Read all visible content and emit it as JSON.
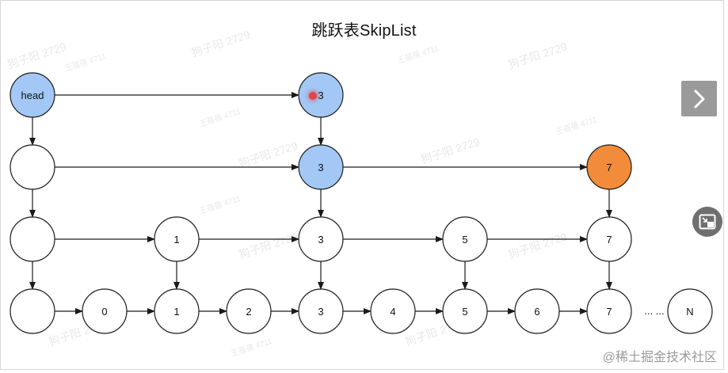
{
  "title": "跳跃表SkipList",
  "colors": {
    "default_fill": "#ffffff",
    "blue_fill": "#a3c8f5",
    "orange_fill": "#f28c3b",
    "stroke": "#1a1a1a"
  },
  "watermarks": [
    "狗子阳 2729",
    "王蓓蓓 4711"
  ],
  "ellipsis": "... ...",
  "nodes": [
    {
      "id": "n0_0",
      "label": "head",
      "fill": "blue"
    },
    {
      "id": "n0_3",
      "label": "3",
      "fill": "blue"
    },
    {
      "id": "n1_0",
      "label": "",
      "fill": "white"
    },
    {
      "id": "n1_3",
      "label": "3",
      "fill": "blue"
    },
    {
      "id": "n1_7",
      "label": "7",
      "fill": "orange"
    },
    {
      "id": "n2_0",
      "label": "",
      "fill": "white"
    },
    {
      "id": "n2_1",
      "label": "1",
      "fill": "white"
    },
    {
      "id": "n2_3",
      "label": "3",
      "fill": "white"
    },
    {
      "id": "n2_5",
      "label": "5",
      "fill": "white"
    },
    {
      "id": "n2_7",
      "label": "7",
      "fill": "white"
    },
    {
      "id": "n3_0",
      "label": "",
      "fill": "white"
    },
    {
      "id": "n3_z",
      "label": "0",
      "fill": "white"
    },
    {
      "id": "n3_1",
      "label": "1",
      "fill": "white"
    },
    {
      "id": "n3_2",
      "label": "2",
      "fill": "white"
    },
    {
      "id": "n3_3",
      "label": "3",
      "fill": "white"
    },
    {
      "id": "n3_4",
      "label": "4",
      "fill": "white"
    },
    {
      "id": "n3_5",
      "label": "5",
      "fill": "white"
    },
    {
      "id": "n3_6",
      "label": "6",
      "fill": "white"
    },
    {
      "id": "n3_7",
      "label": "7",
      "fill": "white"
    },
    {
      "id": "n3_N",
      "label": "N",
      "fill": "white"
    }
  ],
  "edges": [
    {
      "from": "n0_0",
      "to": "n0_3"
    },
    {
      "from": "n1_0",
      "to": "n1_3"
    },
    {
      "from": "n1_3",
      "to": "n1_7"
    },
    {
      "from": "n2_0",
      "to": "n2_1"
    },
    {
      "from": "n2_1",
      "to": "n2_3"
    },
    {
      "from": "n2_3",
      "to": "n2_5"
    },
    {
      "from": "n2_5",
      "to": "n2_7"
    },
    {
      "from": "n3_0",
      "to": "n3_z"
    },
    {
      "from": "n3_z",
      "to": "n3_1"
    },
    {
      "from": "n3_1",
      "to": "n3_2"
    },
    {
      "from": "n3_2",
      "to": "n3_3"
    },
    {
      "from": "n3_3",
      "to": "n3_4"
    },
    {
      "from": "n3_4",
      "to": "n3_5"
    },
    {
      "from": "n3_5",
      "to": "n3_6"
    },
    {
      "from": "n3_6",
      "to": "n3_7"
    },
    {
      "from": "n0_0",
      "to": "n1_0"
    },
    {
      "from": "n1_0",
      "to": "n2_0"
    },
    {
      "from": "n2_0",
      "to": "n3_0"
    },
    {
      "from": "n0_3",
      "to": "n1_3"
    },
    {
      "from": "n1_3",
      "to": "n2_3"
    },
    {
      "from": "n2_3",
      "to": "n3_3"
    },
    {
      "from": "n2_1",
      "to": "n3_1"
    },
    {
      "from": "n2_5",
      "to": "n3_5"
    },
    {
      "from": "n1_7",
      "to": "n2_7"
    },
    {
      "from": "n2_7",
      "to": "n3_7"
    }
  ],
  "credit": "@稀土掘金技术社区"
}
